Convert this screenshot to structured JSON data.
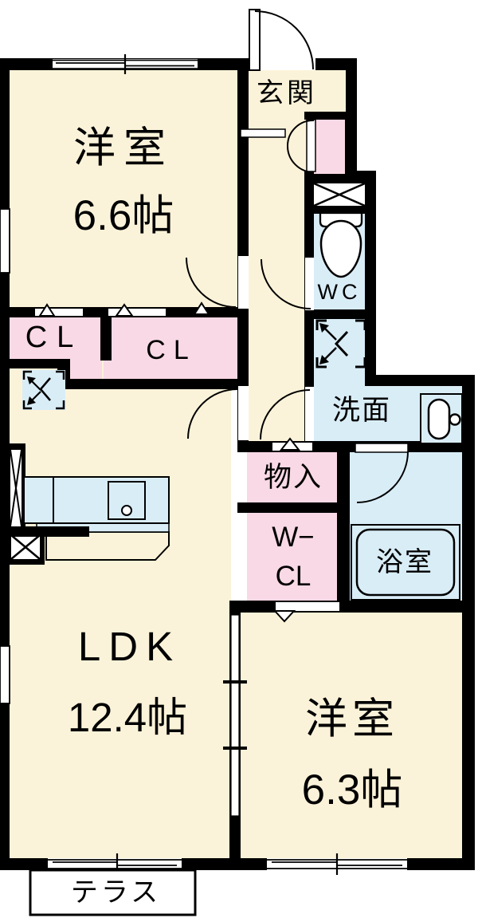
{
  "colors": {
    "wall": "#000000",
    "room_fill": "#fbf3d9",
    "closet_fill": "#f9d9e5",
    "wet_area_fill": "#d9edf7",
    "background": "#ffffff"
  },
  "rooms": {
    "bedroom1": {
      "name": "洋室",
      "size": "6.6帖"
    },
    "entrance": {
      "name": "玄関"
    },
    "wc": {
      "name": "WC"
    },
    "closet1": {
      "name": "CL"
    },
    "closet2": {
      "name": "CL"
    },
    "washroom": {
      "name": "洗面"
    },
    "storage": {
      "name": "物入"
    },
    "walkin_closet": {
      "line1": "W−",
      "line2": "CL"
    },
    "bath": {
      "name": "浴室"
    },
    "ldk": {
      "name": "LDK",
      "size": "12.4帖"
    },
    "bedroom2": {
      "name": "洋室",
      "size": "6.3帖"
    },
    "terrace": {
      "name": "テラス"
    }
  },
  "fixtures": {
    "toilet": "toilet-icon",
    "bathtub": "bathtub-icon",
    "washbasin": "sink-icon",
    "kitchen_counter": "kitchen-counter-icon",
    "washing_machine_space": "washing-machine-space-icon",
    "refrigerator_space": "refrigerator-space-icon",
    "pipe_space": "pipe-space-icon"
  }
}
